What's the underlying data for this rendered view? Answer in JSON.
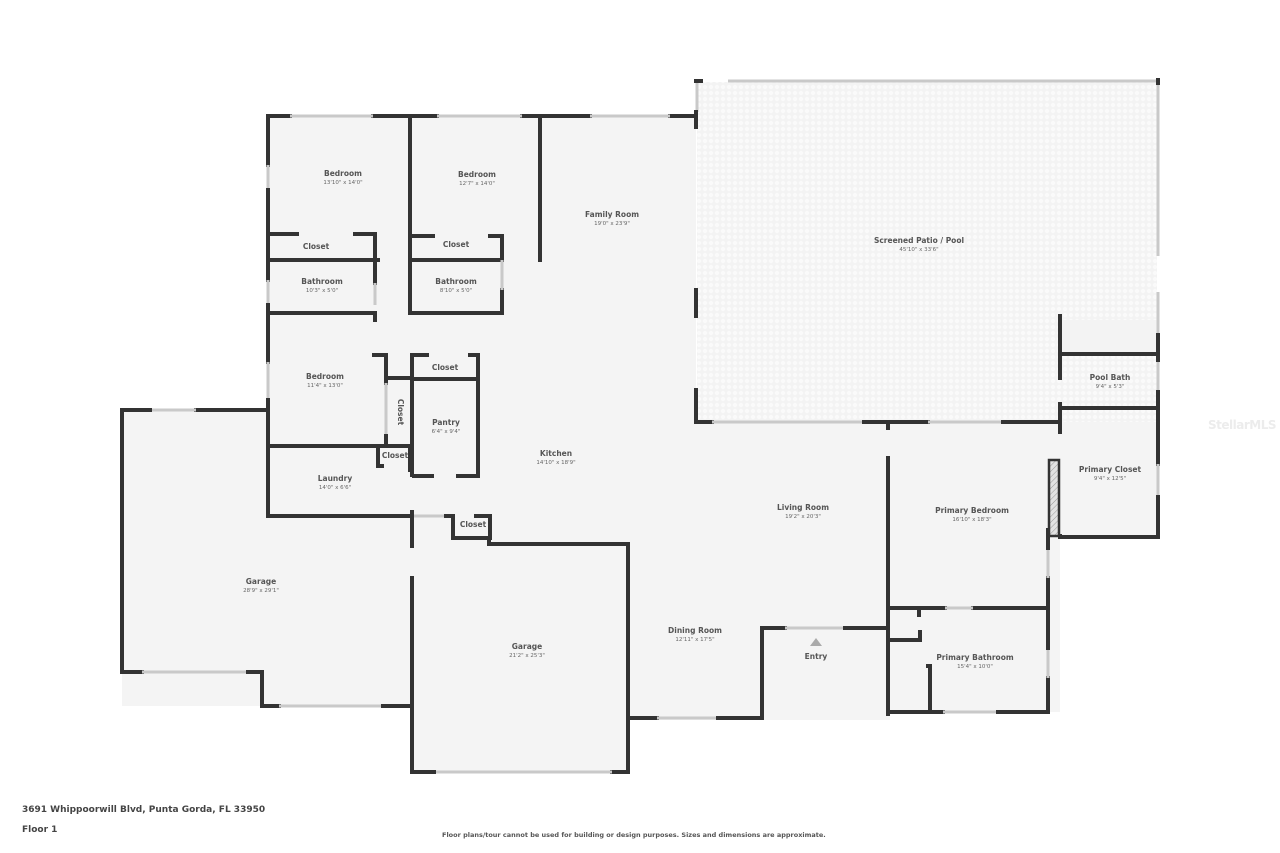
{
  "plan": {
    "address": "3691 Whippoorwill Blvd, Punta Gorda, FL 33950",
    "floor": "Floor 1",
    "disclaimer": "Floor plans/tour cannot be used for building or design purposes. Sizes and dimensions are approximate.",
    "watermark": "StellarMLS",
    "entry_label": "Entry"
  },
  "rooms": [
    {
      "name": "Bedroom",
      "dims": "13'10\" x 14'0\""
    },
    {
      "name": "Bedroom",
      "dims": "12'7\" x 14'0\""
    },
    {
      "name": "Family Room",
      "dims": "19'0\" x 23'9\""
    },
    {
      "name": "Screened Patio / Pool",
      "dims": "45'10\" x 33'6\""
    },
    {
      "name": "Closet",
      "dims": ""
    },
    {
      "name": "Closet",
      "dims": ""
    },
    {
      "name": "Bathroom",
      "dims": "10'3\" x 5'0\""
    },
    {
      "name": "Bathroom",
      "dims": "8'10\" x 5'0\""
    },
    {
      "name": "Bedroom",
      "dims": "11'4\" x 13'0\""
    },
    {
      "name": "Closet",
      "dims": ""
    },
    {
      "name": "Closet",
      "dims": ""
    },
    {
      "name": "Pantry",
      "dims": "6'4\" x 9'4\""
    },
    {
      "name": "Kitchen",
      "dims": "14'10\" x 18'9\""
    },
    {
      "name": "Closet",
      "dims": ""
    },
    {
      "name": "Laundry",
      "dims": "14'0\" x 6'6\""
    },
    {
      "name": "Closet",
      "dims": ""
    },
    {
      "name": "Pool Bath",
      "dims": "9'4\" x 5'3\""
    },
    {
      "name": "Primary Closet",
      "dims": "9'4\" x 12'5\""
    },
    {
      "name": "Living Room",
      "dims": "19'2\" x 20'3\""
    },
    {
      "name": "Primary Bedroom",
      "dims": "16'10\" x 18'3\""
    },
    {
      "name": "Garage",
      "dims": "28'9\" x 29'1\""
    },
    {
      "name": "Garage",
      "dims": "21'2\" x 25'3\""
    },
    {
      "name": "Dining Room",
      "dims": "12'11\" x 17'5\""
    },
    {
      "name": "Primary Bathroom",
      "dims": "15'4\" x 10'0\""
    }
  ]
}
